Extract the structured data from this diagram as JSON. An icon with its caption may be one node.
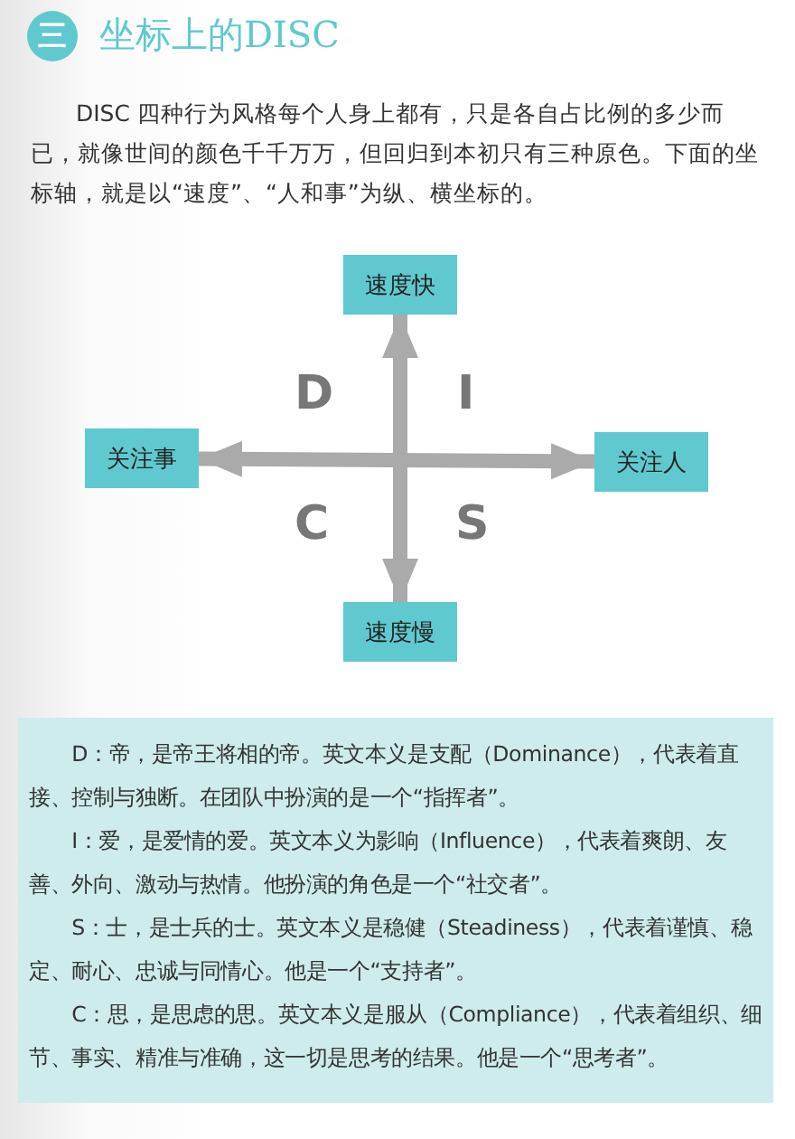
{
  "diagram": {
    "title": "坐标上的DISC",
    "nodes": [
      {
        "text": [
          "速度快"
        ]
      },
      {
        "text": [
          "关注事"
        ]
      },
      {
        "text": [
          "关注人"
        ]
      },
      {
        "text": [
          "速度慢"
        ]
      }
    ],
    "edges": [
      {
        "from": 3,
        "to": 0,
        "arrow": "both"
      },
      {
        "from": 1,
        "to": 2,
        "arrow": "both"
      }
    ],
    "labels": [
      "三",
      "DISC 四种行为风格每个人身上都有，只是各自占比例的多少而已，就像世间的颜色千千万万，但回归到本初只有三种原色。下面的坐标轴，就是以“速度”、“人和事”为纵、横坐标的。",
      "D",
      "I",
      "C",
      "S",
      "D：帝，是帝王将相的帝。英文本义是支配（Dominance），代表着直接、控制与独断。在团队中扮演的是一个“指挥者”。",
      "I：爱，是爱情的爱。英文本义为影响（Influence），代表着爽朗、友善、外向、激动与热情。他扮演的角色是一个“社交者”。",
      "S：士，是士兵的士。英文本义是稳健（Steadiness），代表着谨慎、稳定、耐心、忠诚与同情心。他是一个“支持者”。",
      "C：思，是思虑的思。英文本义是服从（Compliance），代表着组织、细节、事实、精准与准确，这一切是思考的结果。他是一个“思考者”。"
    ]
  }
}
